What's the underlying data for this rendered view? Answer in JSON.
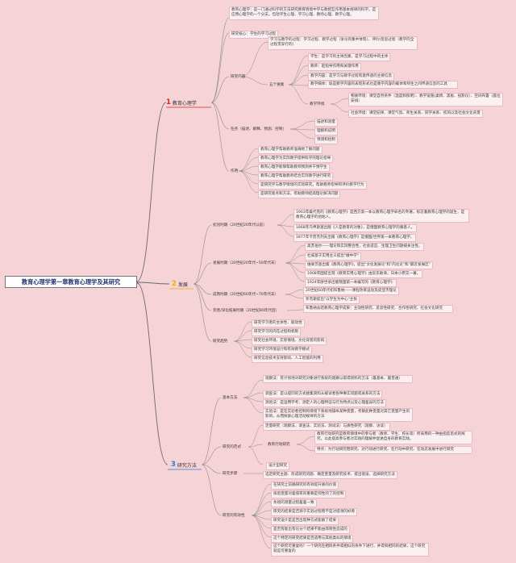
{
  "root": "教育心理学第一章教育心理学及其研究",
  "chapters": [
    {
      "num": "1",
      "title": "教育心理学",
      "color": "#d9231f"
    },
    {
      "num": "2",
      "title": "发展",
      "color": "#e9b200"
    },
    {
      "num": "3",
      "title": "研究方法",
      "color": "#2a7fd0"
    }
  ],
  "c1": {
    "definition": "教育心理学：是一门通过科学的方法研究教育情境中学与教相互作用基本规律的科学。是应用心理学的一个分支。包括学生心理、学习心理、教师心理、教学心理。",
    "core": "研究核心：学生的学习过程",
    "content_label": "研究内容",
    "process": "学习与教学的过程：学习过程、教学过程（争论的集中体现）、评价/反思过程（教学的全过程贯穿行的）",
    "five_label": "五个要素",
    "student": "学生：是学习的主体因素，是学习过程中的主体",
    "teacher": "教师：起指导作用和关键作用",
    "teach_content": "教学内容：是学习与教学过程有意传递的主要信息",
    "media": "教学媒体：既是教学内容的表现形式也是教学内容的载体和师生之间传递信息的工具",
    "env_label": "教学环境",
    "physical": "物质环境：课堂自然条件（温度和照明）、教学设施(桌椅、黑板、投影仪）、空间布置（座位安排）",
    "social": "社会环境：课堂纪律、课堂气氛、师生关系、同学关系、校风以及社会文化背景",
    "task_label": "任务（描述、解释、预测、控制）",
    "tasks": [
      "描述和测量",
      "理解和说明",
      "预测和控制"
    ],
    "func_label": "作用",
    "funcs": [
      "教育心理学帮助教师准确地了解问题",
      "教育心理学为实际教学提供科学的理论指导",
      "教育心理学能够帮助教师预测并干预学生",
      "教育心理学帮助教师结合实际教学进行研究",
      "是研究学与教学情境的实际研究，帮助教师指导和评价教学行为",
      "是研究观点和方法，有助教师提高理论解决问题"
    ]
  },
  "c2": {
    "init_label": "初创时期（20世纪20年代以前）",
    "init": [
      "1903年桑代克的《教育心理学》是西方第一本以教育心理学命名的专著，标志着教育心理学的诞生，是教育心理学的创始人。",
      "1868年乌申斯基出版《人是教育的对象》，是俄国教育心理学的奠基人。",
      "1877年卡普杰列夫出版《教育心理学》是俄国/世界第一本教育心理学。"
    ],
    "dev_label": "发展时期（20世纪20年代~50年代末）",
    "dev": [
      "奥苏伯尔——理论和实际整合性，社会适应、生理卫生问题被关注性。",
      "杜威基于实用主义提出\"做中学\"",
      "维果茨基出版《教育心理学》，提出\"文化发展论\"和\"内化论\"和\"最近发展区\"",
      "1908年国提出现《教育实用心理学》由房东助译，日本小原又一著。",
      "1924年廖世承出版我国第一本编写的《教育心理学》"
    ],
    "mature_label": "成熟时期（20世纪60年代~70年代末）",
    "mature": [
      "20世纪60年代初布鲁纳——课程改革运动及皮亚杰理论",
      "罗杰斯提出\"以学生为中心\"主张"
    ],
    "deep_label": "完善/深化拓展时期（20世纪80年代后）",
    "deep": "布鲁纳总结教育心理学成果：主动性研究、反思性研究、合作性研究、社会文化研究",
    "trend_label": "研究趋势",
    "trends": [
      "研究学习者的主体性、能动性",
      "研究学习的内在过程和机制",
      "研究社会环境、实际情境、文化背景的影响",
      "研究学习环境设计和有效教学模式",
      "研究信息技术支持影响、人工智能的利用"
    ]
  },
  "c3": {
    "basic_label": "基本方法",
    "basic": [
      "观察法：有计划地对研究对象进行系统的观察以取得资料的方法（最基本、最普通）",
      "调查法：是以提问的方式搜集资料从被试者各种事实问题或关系的方法",
      "测验法：是运用学考、测定人的心理特征与行为特点以及心理差异的方法",
      "实验法：是在实验者控制的情境下系统地操纵某种变量，考察此种变量对其它变量产生的影响，从而探索心理活动规律的方法"
    ],
    "paradigm_label": "研究的范式",
    "paradigm": "定量研究（观察法、调查法、实验法、测试法）与质性研究（观察、访谈）",
    "action_label": "教育行动研究",
    "action": [
      "教育行动研究是教育情境中的参与者（教师、学生、校长等）所采用的一种由指反思式的探究，以此提高参与者对实践的理解并促进自身的教育实践。",
      "特点：为行动研究而研究、对行动进行研究、在行动中研究、在动态发展中进行研究"
    ],
    "design": "设计型研究",
    "steps_label": "研究步骤",
    "steps": "选定研究主题、形成研究问题、确定变量及研究技术、提出假设、选择研究方法",
    "valid_label": "研究的有效性",
    "valid": [
      "在研究之前确研究的有效提升质的价值",
      "排后变量对差值有的重要是何性的了的控制",
      "条组的测量过程差差一致",
      "研究的结果是否源于实验过程而不是对提领的好奇",
      "研究设计是是否出现种方式能解了结果",
      "是否有能出有论分个结果不能由简到性造成的",
      "这个特定的研究结果是否适用与其他类似的情境",
      "这个研究可重复吗？一个研究在相同条件或相似的条件下进行，并得到相同的结果，这个研究就是可重复的"
    ]
  }
}
